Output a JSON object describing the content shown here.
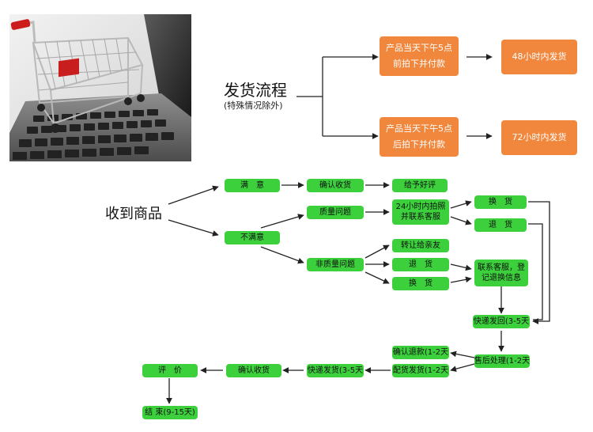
{
  "header": {
    "title": "发货流程",
    "subtitle": "(特殊情况除外)",
    "receive_title": "收到商品"
  },
  "shipping": {
    "before5": "产品当天下午5点前拍下并付款",
    "after5": "产品当天下午5点后拍下并付款",
    "ship48": "48小时内发货",
    "ship72": "72小时内发货"
  },
  "flow": {
    "satisfied": "满　意",
    "confirm_receipt_1": "确认收货",
    "good_review": "给予好评",
    "dissatisfied": "不满意",
    "quality_issue": "质量问题",
    "photo_contact": "24小时内拍照并联系客服",
    "exchange_1": "换　货",
    "return_1": "退　货",
    "non_quality_issue": "非质量问题",
    "transfer_friend": "转让给亲友",
    "return_2": "退　货",
    "exchange_2": "换　货",
    "contact_register": "联系客服，登记退换信息",
    "express_back": "快递发回(3-5天",
    "after_sale": "售后处理(1-2天",
    "confirm_refund": "确认退款(1-2天",
    "restock_ship": "配货发货(1-2天",
    "express_ship": "快递发货(3-5天",
    "confirm_receipt_2": "确认收货",
    "review": "评　价",
    "end": "结 束(9-15天)"
  },
  "colors": {
    "orange": "#f0873c",
    "green": "#3cd03c",
    "line": "#222222"
  },
  "icons": {
    "photo": "shopping-cart-on-laptop"
  }
}
